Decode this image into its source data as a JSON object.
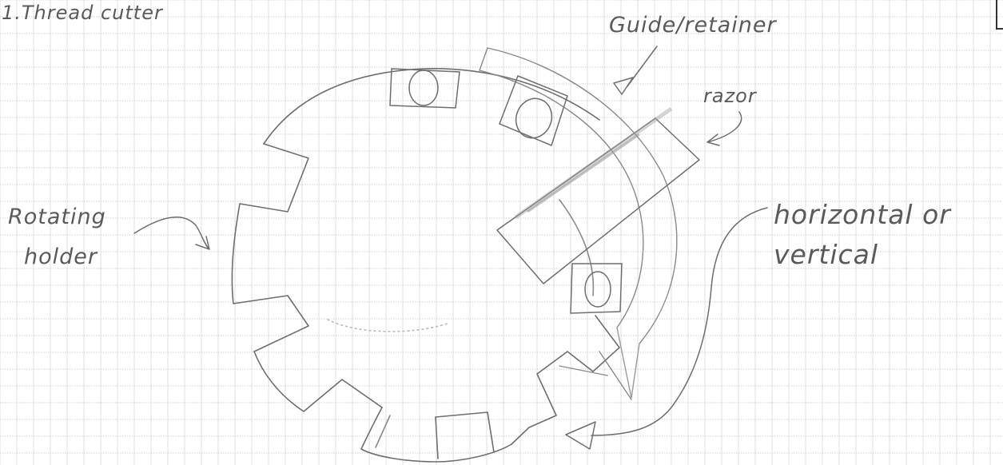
{
  "labels": {
    "title": "1.Thread cutter",
    "guide": "Guide/retainer",
    "razor": "razor",
    "holder_line1": "Rotating",
    "holder_line2": "holder",
    "orient_line1": "horizontal or",
    "orient_line2": "vertical"
  },
  "colors": {
    "paper": "#ffffff",
    "grid": "#d8d8d8",
    "grid_dotted": "#c4c4c4",
    "pencil": "#6e6e6e",
    "pencil_light": "#9a9a9a",
    "ink_text": "#5a5a5a"
  },
  "icons": [
    "arrow",
    "razor-blade",
    "holder-wheel",
    "guide-arc",
    "o-ring"
  ]
}
